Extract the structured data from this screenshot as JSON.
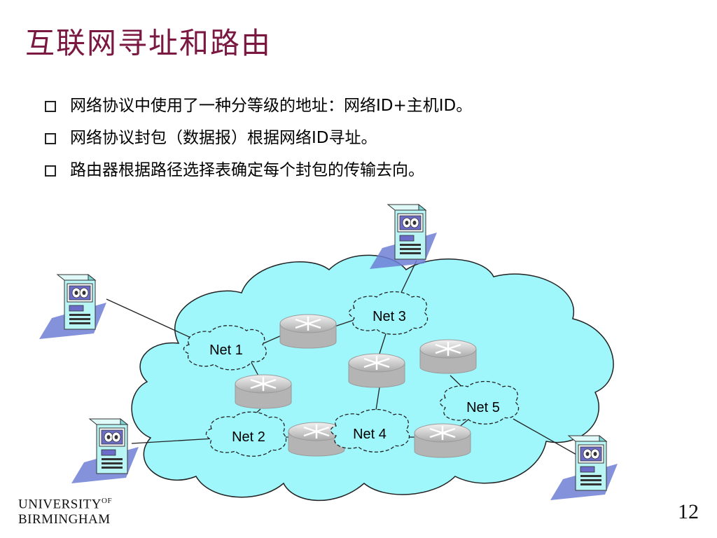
{
  "slide": {
    "title": "互联网寻址和路由",
    "bullets": [
      "网络协议中使用了一种分等级的地址：网络ID+主机ID。",
      "网络协议封包（数据报）根据网络ID寻址。",
      "路由器根据路径选择表确定每个封包的传输去向。"
    ],
    "page_number": "12"
  },
  "logo": {
    "line1": "UNIVERSITY",
    "of": "OF",
    "line2": "BIRMINGHAM"
  },
  "diagram": {
    "networks": [
      "Net 1",
      "Net 2",
      "Net 3",
      "Net 4",
      "Net 5"
    ],
    "colors": {
      "cloud": "#9ff6fb",
      "router": "#c8c8c8",
      "computer_body": "#b9f5f5",
      "computer_accent": "#6b6bc8",
      "shadow": "#6e7fd6",
      "title": "#7a1842"
    }
  }
}
